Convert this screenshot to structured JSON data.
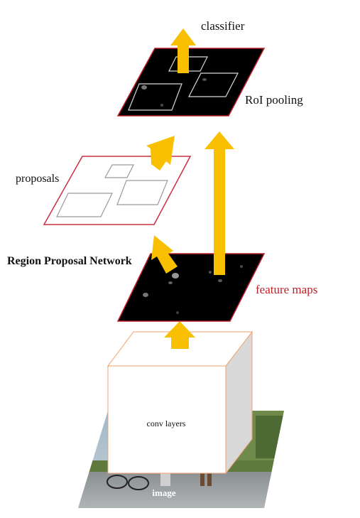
{
  "labels": {
    "classifier": "classifier",
    "roi_pooling": "RoI pooling",
    "proposals": "proposals",
    "rpn": "Region Proposal Network",
    "feature_maps": "feature maps",
    "conv_layers": "conv layers",
    "image": "image"
  },
  "colors": {
    "arrow": "#F8C000",
    "feature_map_border": "#C0202A",
    "feature_maps_label": "#C0202A",
    "proposal_plane_border": "#C83040",
    "conv_box_border": "#F0A070",
    "conv_box_side": "#D8D8D8",
    "text": "#111111"
  }
}
